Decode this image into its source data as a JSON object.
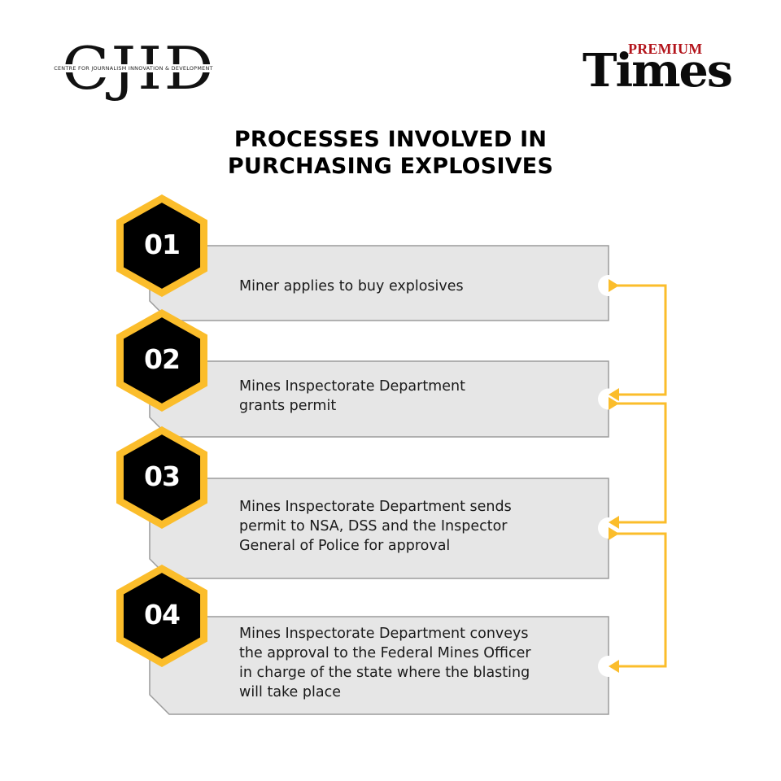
{
  "logos": {
    "left": {
      "letters": "CJID",
      "subtitle": "CENTRE FOR JOURNALISM INNOVATION & DEVELOPMENT"
    },
    "right": {
      "premium": "PREMIUM",
      "times": "Times"
    }
  },
  "title": {
    "line1": "PROCESSES INVOLVED IN",
    "line2": "PURCHASING EXPLOSIVES"
  },
  "colors": {
    "accent": "#fbbd2b",
    "hex_fill": "#000000",
    "box_fill": "#e6e6e6",
    "box_border": "#9b9b9b",
    "text": "#1a1a1a"
  },
  "steps": [
    {
      "number": "01",
      "lines": [
        "Miner applies to buy explosives"
      ]
    },
    {
      "number": "02",
      "lines": [
        "Mines Inspectorate Department",
        "grants permit"
      ]
    },
    {
      "number": "03",
      "lines": [
        "Mines Inspectorate Department sends",
        "permit to NSA, DSS and the Inspector",
        "General of Police for approval"
      ]
    },
    {
      "number": "04",
      "lines": [
        "Mines Inspectorate Department conveys",
        "the approval to the Federal Mines Officer",
        "in charge of the state where the blasting",
        "will take place"
      ]
    }
  ],
  "flow": [
    {
      "from": "01",
      "to": "02"
    },
    {
      "from": "02",
      "to": "03"
    },
    {
      "from": "03",
      "to": "04"
    }
  ]
}
